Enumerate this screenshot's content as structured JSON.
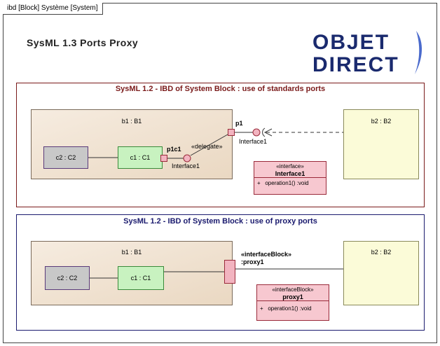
{
  "frame": {
    "tab": "ibd [Block] Système [System]"
  },
  "title": "SysML 1.3 Ports Proxy",
  "logo": {
    "line1": "OBJET",
    "line2": "DIRECT"
  },
  "diagram1": {
    "title": "SysML 1.2 - IBD of System Block : use of standards ports",
    "b1": "b1 : B1",
    "b2": "b2 : B2",
    "c2": "c2 : C2",
    "c1": "c1 : C1",
    "port_p1c1": "p1c1",
    "port_p1": "p1",
    "delegate": "«delegate»",
    "iface_label_inner": "Interface1",
    "iface_label_outer": "Interface1",
    "interface": {
      "stereotype": "«interface»",
      "name": "Interface1",
      "op_vis": "+",
      "operation": "operation1() :void"
    }
  },
  "diagram2": {
    "title": "SysML 1.2 - IBD of System Block : use of proxy ports",
    "b1": "b1 : B1",
    "b2": "b2 : B2",
    "c2": "c2 : C2",
    "c1": "c1 : C1",
    "proxy_stereotype": "«interfaceBlock»",
    "proxy_name": ":proxy1",
    "interface": {
      "stereotype": "«interfaceBlock»",
      "name": "proxy1",
      "op_vis": "+",
      "operation": "operation1() :void"
    }
  },
  "colors": {
    "group1_border": "#7a1a1a",
    "group2_border": "#1a1a6e",
    "logo_blue": "#1a2a6e"
  }
}
